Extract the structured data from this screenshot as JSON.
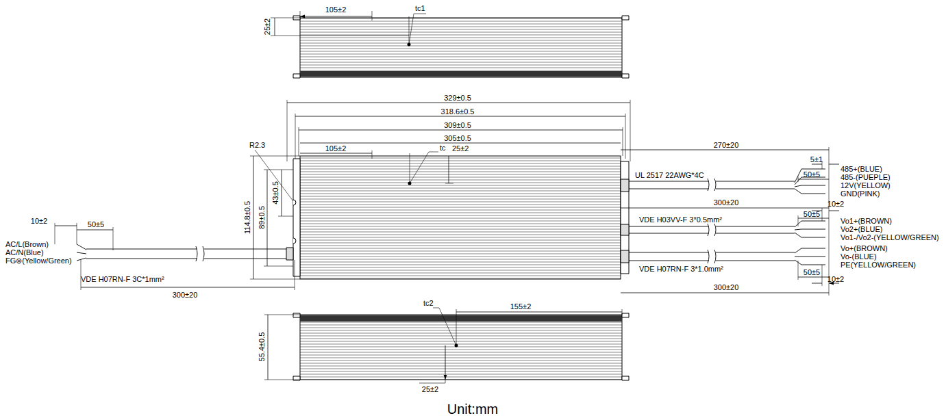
{
  "diagram": {
    "caption": "Unit:mm",
    "labels": [
      "105±2",
      "tc1",
      "25±2",
      "329±0.5",
      "318.6±0.5",
      "309±0.5",
      "305±0.5",
      "R2.3",
      "105±2",
      "tc",
      "25±2",
      "270±20",
      "5±1",
      "485+(BLUE)",
      "485-(PUEPLE)",
      "12V(YELLOW)",
      "GND(PINK)",
      "50±5",
      "UL 2517 22AWG*4C",
      "300±20",
      "10±2",
      "50±5",
      "Vo1+(BROWN)",
      "Vo2+(BLUE)",
      "Vo1-/Vo2-(YELLOW/GREEN)",
      "VDE H03VV-F 3*0.5mm²",
      "Vo+(BROWN)",
      "Vo-(BLUE)",
      "PE(YELLOW/GREEN)",
      "VDE H07RN-F 3*1.0mm²",
      "50±5",
      "10±2",
      "300±20",
      "10±2",
      "50±5",
      "AC/L(Brown)",
      "AC/N(Blue)",
      "FG⊜(Yellow/Green)",
      "VDE H07RN-F 3C*1mm²",
      "300±20",
      "114.8±0.5",
      "89±0.5",
      "43±0.5",
      "tc2",
      "155±2",
      "55.4±0.5",
      "25±2"
    ]
  }
}
